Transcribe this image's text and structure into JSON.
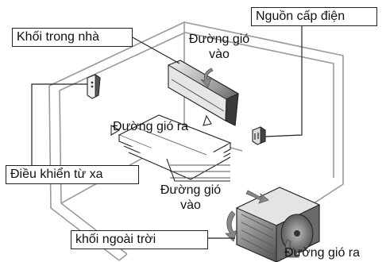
{
  "callouts": {
    "indoor_unit": "Khối trong nhà",
    "power_supply": "Nguồn cấp điện",
    "remote_control": "Điều khiển từ xa",
    "outdoor_unit": "khối ngoài trời"
  },
  "airflow_labels": {
    "indoor_intake_line1": "Đường gió",
    "indoor_intake_line2": "vào",
    "indoor_outlet": "Đường gió ra",
    "outdoor_intake_line1": "Đường gió",
    "outdoor_intake_line2": "vào",
    "outdoor_outlet": "Đường gió ra"
  },
  "colors": {
    "room_outline": "#9a9a9a",
    "unit_dark": "#3a3a3a",
    "unit_light": "#d8d8d8",
    "arrow": "#888888"
  }
}
